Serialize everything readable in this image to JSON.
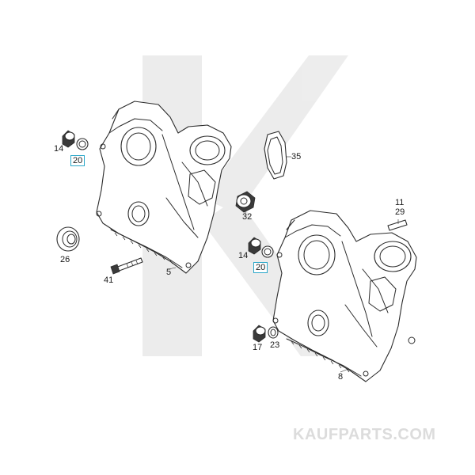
{
  "diagram": {
    "brand_watermark": "KAUFPARTS.COM",
    "callouts": {
      "c14a": "14",
      "c20a": "20",
      "c26": "26",
      "c41": "41",
      "c5": "5",
      "c35": "35",
      "c32": "32",
      "c11": "11",
      "c29": "29",
      "c14b": "14",
      "c20b": "20",
      "c17": "17",
      "c23": "23",
      "c8": "8"
    },
    "highlight_color": "#2aa7c9"
  }
}
